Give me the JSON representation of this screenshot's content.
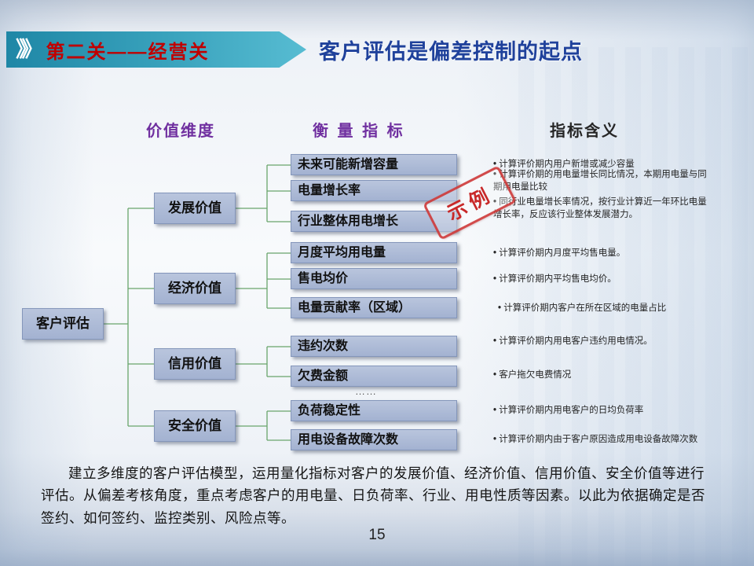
{
  "banner": {
    "chevrons": "》》",
    "label": "第二关——经营关"
  },
  "title": "客户评估是偏差控制的起点",
  "columns": {
    "dimension": "价值维度",
    "metric": "衡 量 指 标",
    "meaning": "指标含义"
  },
  "root": "客户评估",
  "tree": [
    {
      "dimension": "发展价值",
      "metrics": [
        "未来可能新增容量",
        "电量增长率",
        "行业整体用电增长"
      ]
    },
    {
      "dimension": "经济价值",
      "metrics": [
        "月度平均用电量",
        "售电均价",
        "电量贡献率（区域）"
      ]
    },
    {
      "dimension": "信用价值",
      "metrics": [
        "违约次数",
        "欠费金额"
      ]
    },
    {
      "dimension": "安全价值",
      "metrics": [
        "负荷稳定性",
        "用电设备故障次数"
      ]
    }
  ],
  "ellipsis": "……",
  "meanings": [
    "计算评价期内用户新增或减少容量",
    "计算评价期的用电量增长同比情况，本期用电量与同期用电量比较",
    "同行业电量增长率情况，按行业计算近一年环比电量增长率，反应该行业整体发展潜力。",
    "计算评价期内月度平均售电量。",
    "计算评价期内平均售电均价。",
    "计算评价期内客户在所在区域的电量占比",
    "计算评价期内用电客户违约用电情况。",
    "客户拖欠电费情况",
    "计算评价期内用电客户的日均负荷率",
    "计算评价期内由于客户原因造成用电设备故障次数"
  ],
  "stamp": "示例",
  "footer": "建立多维度的客户评估模型，运用量化指标对客户的发展价值、经济价值、信用价值、安全价值等进行评估。从偏差考核角度，重点考虑客户的用电量、日负荷率、行业、用电性质等因素。以此为依据确定是否签约、如何签约、监控类别、风险点等。",
  "page_number": "15",
  "colors": {
    "banner_teal": "#3aa3bd",
    "banner_text_red": "#c00000",
    "title_blue": "#1f419b",
    "header_purple": "#7030a0",
    "box_fill": "#a9b7d4",
    "connector_green": "#69a56b",
    "stamp_red": "#c82828"
  }
}
